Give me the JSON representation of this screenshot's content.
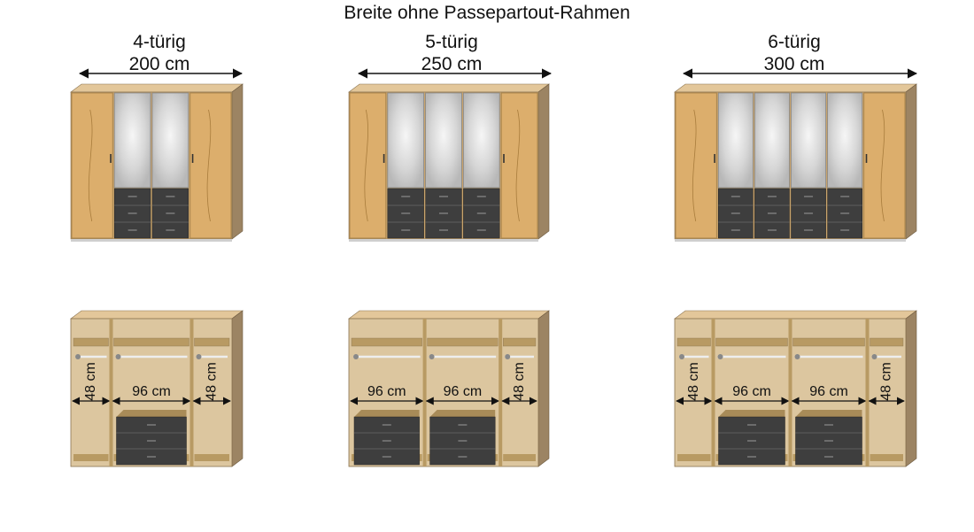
{
  "title": "Breite ohne Passepartout-Rahmen",
  "columns": [
    {
      "doors": "4-türig",
      "width": "200 cm",
      "inner_widths": [
        "48 cm",
        "96 cm",
        "48 cm"
      ]
    },
    {
      "doors": "5-türig",
      "width": "250 cm",
      "inner_widths": [
        "96 cm",
        "96 cm",
        "48 cm"
      ]
    },
    {
      "doors": "6-türig",
      "width": "300 cm",
      "inner_widths": [
        "48 cm",
        "96 cm",
        "96 cm",
        "48 cm"
      ]
    }
  ],
  "colors": {
    "wood": "#dcae6c",
    "carcass": "#c9a46d",
    "carcass_side": "#9c8463",
    "top": "#e3c79a",
    "interior": "#dcc69f",
    "shelf": "#b89a63",
    "glass": "#d9d9d9",
    "drawer": "#3e3e3e"
  }
}
